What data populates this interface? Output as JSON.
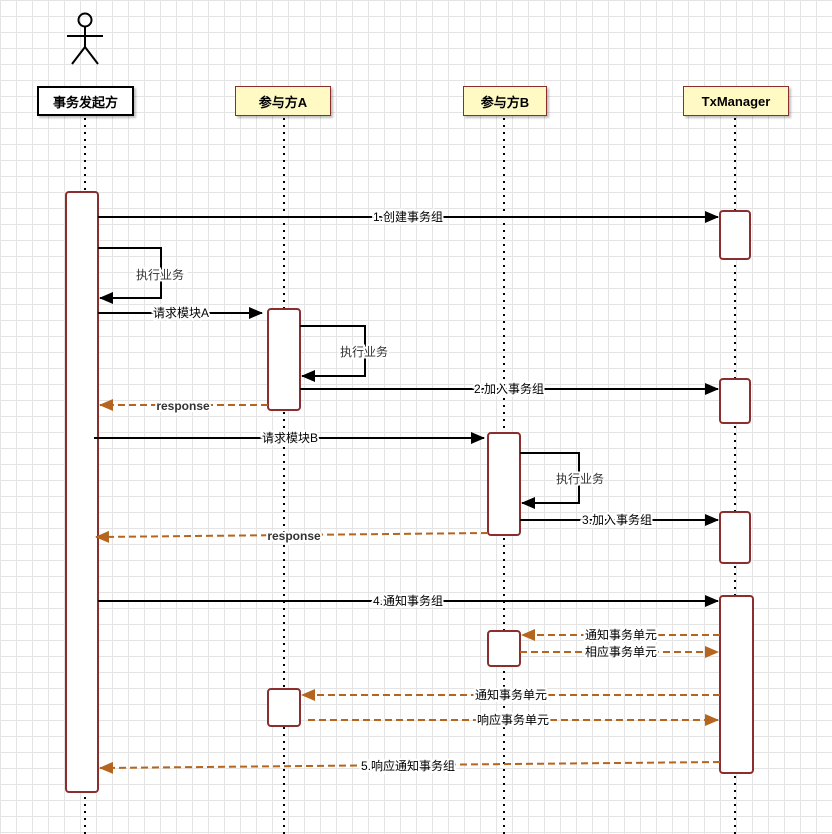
{
  "participants": [
    {
      "name": "事务发起方"
    },
    {
      "name": "参与方A"
    },
    {
      "name": "参与方B"
    },
    {
      "name": "TxManager"
    }
  ],
  "messages": [
    {
      "label": "1.创建事务组",
      "style": "solid"
    },
    {
      "label": "执行业务",
      "style": "self"
    },
    {
      "label": "请求模块A",
      "style": "solid"
    },
    {
      "label": "执行业务",
      "style": "self"
    },
    {
      "label": "2.加入事务组",
      "style": "solid"
    },
    {
      "label": "response",
      "style": "dashed"
    },
    {
      "label": "请求模块B",
      "style": "solid"
    },
    {
      "label": "执行业务",
      "style": "self"
    },
    {
      "label": "3.加入事务组",
      "style": "solid"
    },
    {
      "label": "response",
      "style": "dashed"
    },
    {
      "label": "4.通知事务组",
      "style": "solid"
    },
    {
      "label": "通知事务单元",
      "style": "dashed"
    },
    {
      "label": "相应事务单元",
      "style": "dashed"
    },
    {
      "label": "通知事务单元",
      "style": "dashed"
    },
    {
      "label": "响应事务单元",
      "style": "dashed"
    },
    {
      "label": "5.响应通知事务组",
      "style": "dashed"
    }
  ],
  "colors": {
    "solid_arrow": "#000000",
    "dashed_arrow": "#b5651d",
    "activation_border": "#8b2e2e",
    "participant_fill_initiator": "#ffffff",
    "participant_fill_other": "#fff9c4",
    "participant_border_initiator": "#000000",
    "participant_border_other": "#8b2e2e"
  }
}
